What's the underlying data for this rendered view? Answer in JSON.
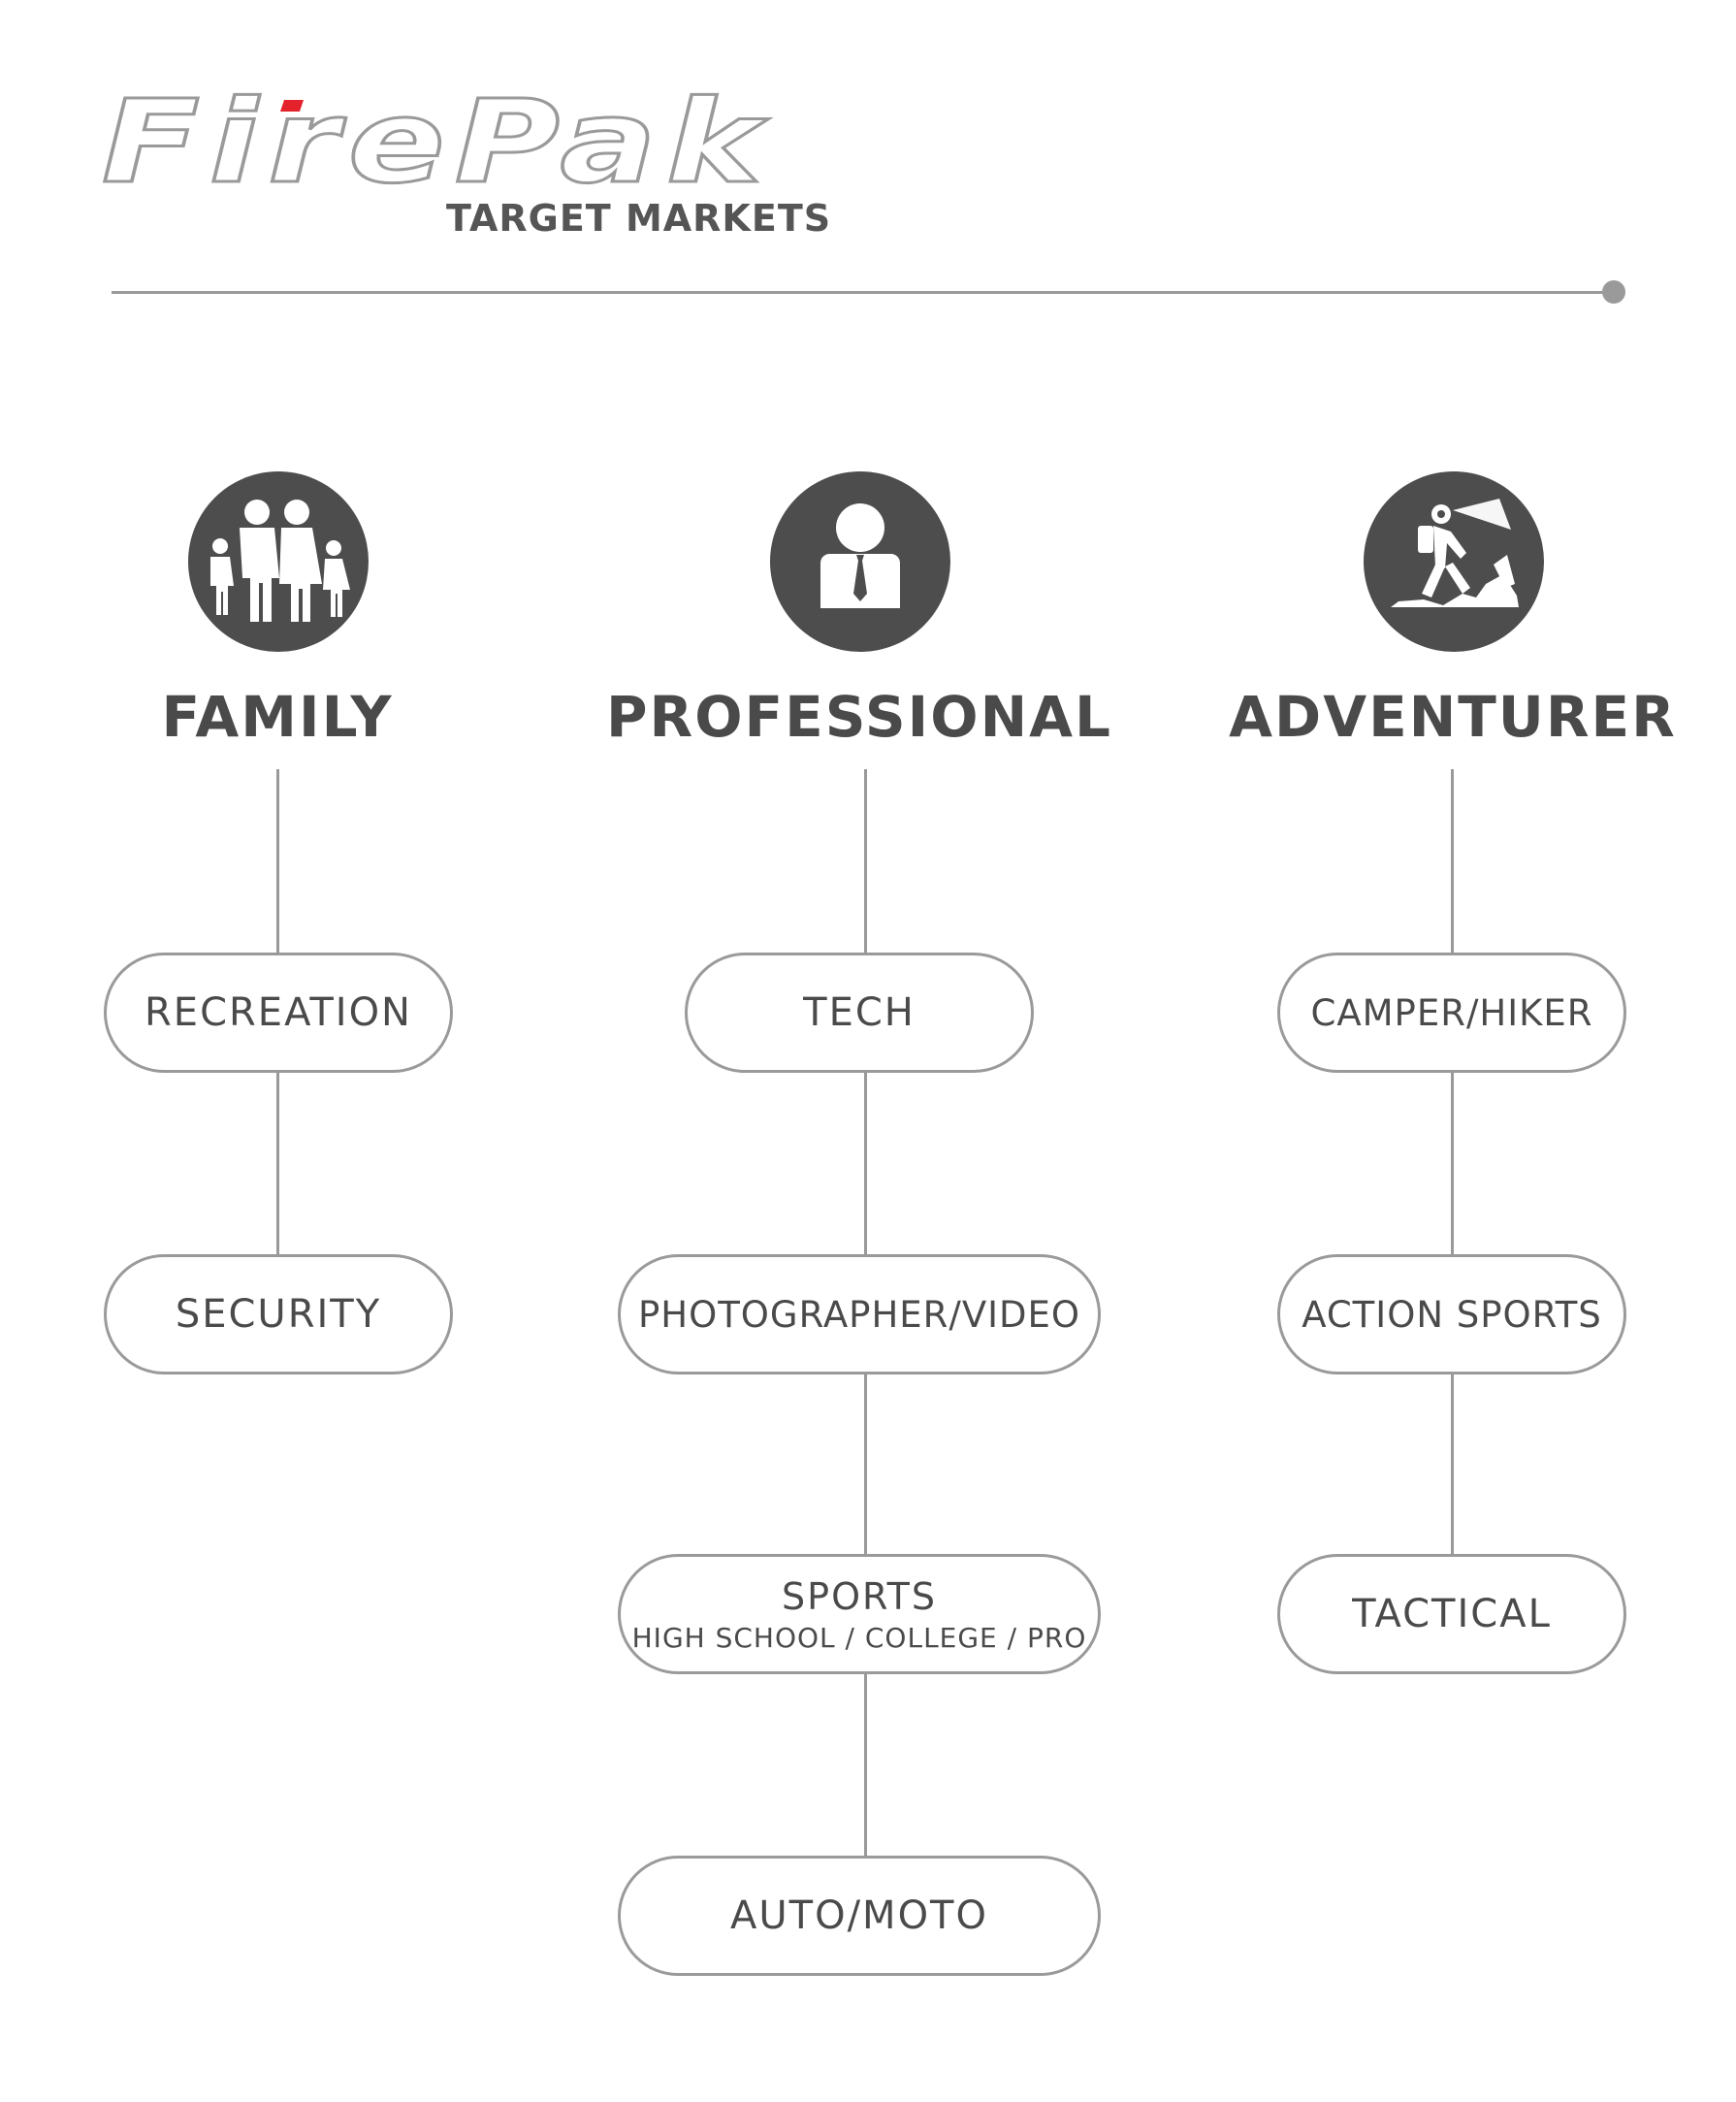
{
  "brand": {
    "logo_text": "FirePak",
    "subtitle": "TARGET MARKETS",
    "accent_color": "#e3222b",
    "line_color": "#999999",
    "icon_bg_color": "#4d4d4d"
  },
  "categories": [
    {
      "title": "FAMILY",
      "icon": "family-icon",
      "nodes": [
        {
          "label": "RECREATION"
        },
        {
          "label": "SECURITY"
        }
      ]
    },
    {
      "title": "PROFESSIONAL",
      "icon": "businessman-icon",
      "nodes": [
        {
          "label": "TECH"
        },
        {
          "label": "PHOTOGRAPHER/VIDEO"
        },
        {
          "label": "SPORTS",
          "sublabel": "HIGH SCHOOL / COLLEGE / PRO"
        },
        {
          "label": "AUTO/MOTO"
        }
      ]
    },
    {
      "title": "ADVENTURER",
      "icon": "hiker-headlamp-icon",
      "nodes": [
        {
          "label": "CAMPER/HIKER"
        },
        {
          "label": "ACTION SPORTS"
        },
        {
          "label": "TACTICAL"
        }
      ]
    }
  ]
}
